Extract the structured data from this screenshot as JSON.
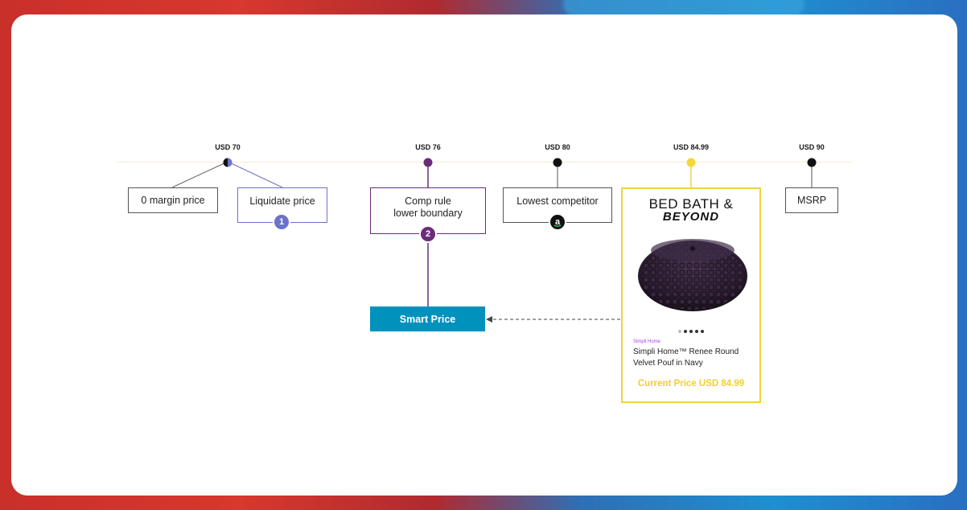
{
  "timeline": {
    "prices": [
      {
        "label": "USD 70"
      },
      {
        "label": "USD 76"
      },
      {
        "label": "USD 80"
      },
      {
        "label": "USD 84.99"
      },
      {
        "label": "USD 90"
      }
    ]
  },
  "boxes": {
    "zero_margin": "0 margin price",
    "liquidate": "Liquidate price",
    "comp_rule_line1": "Comp rule",
    "comp_rule_line2": "lower boundary",
    "lowest_competitor": "Lowest competitor",
    "msrp": "MSRP",
    "smart_price": "Smart Price"
  },
  "badges": {
    "liquidate": "1",
    "comp_rule": "2"
  },
  "product": {
    "logo_line1": "BED BATH &",
    "logo_line2": "BEYOND",
    "brand": "Simpli Home",
    "name": "Simpli Home™ Renee Round Velvet Pouf in Navy",
    "current_price": "Current Price USD 84.99"
  },
  "colors": {
    "liquidate": "#6c72c9",
    "comp_rule": "#6a2c7a",
    "smart_price": "#0092bd",
    "highlight": "#f2d23d",
    "product_price": "#f2cf2e"
  }
}
